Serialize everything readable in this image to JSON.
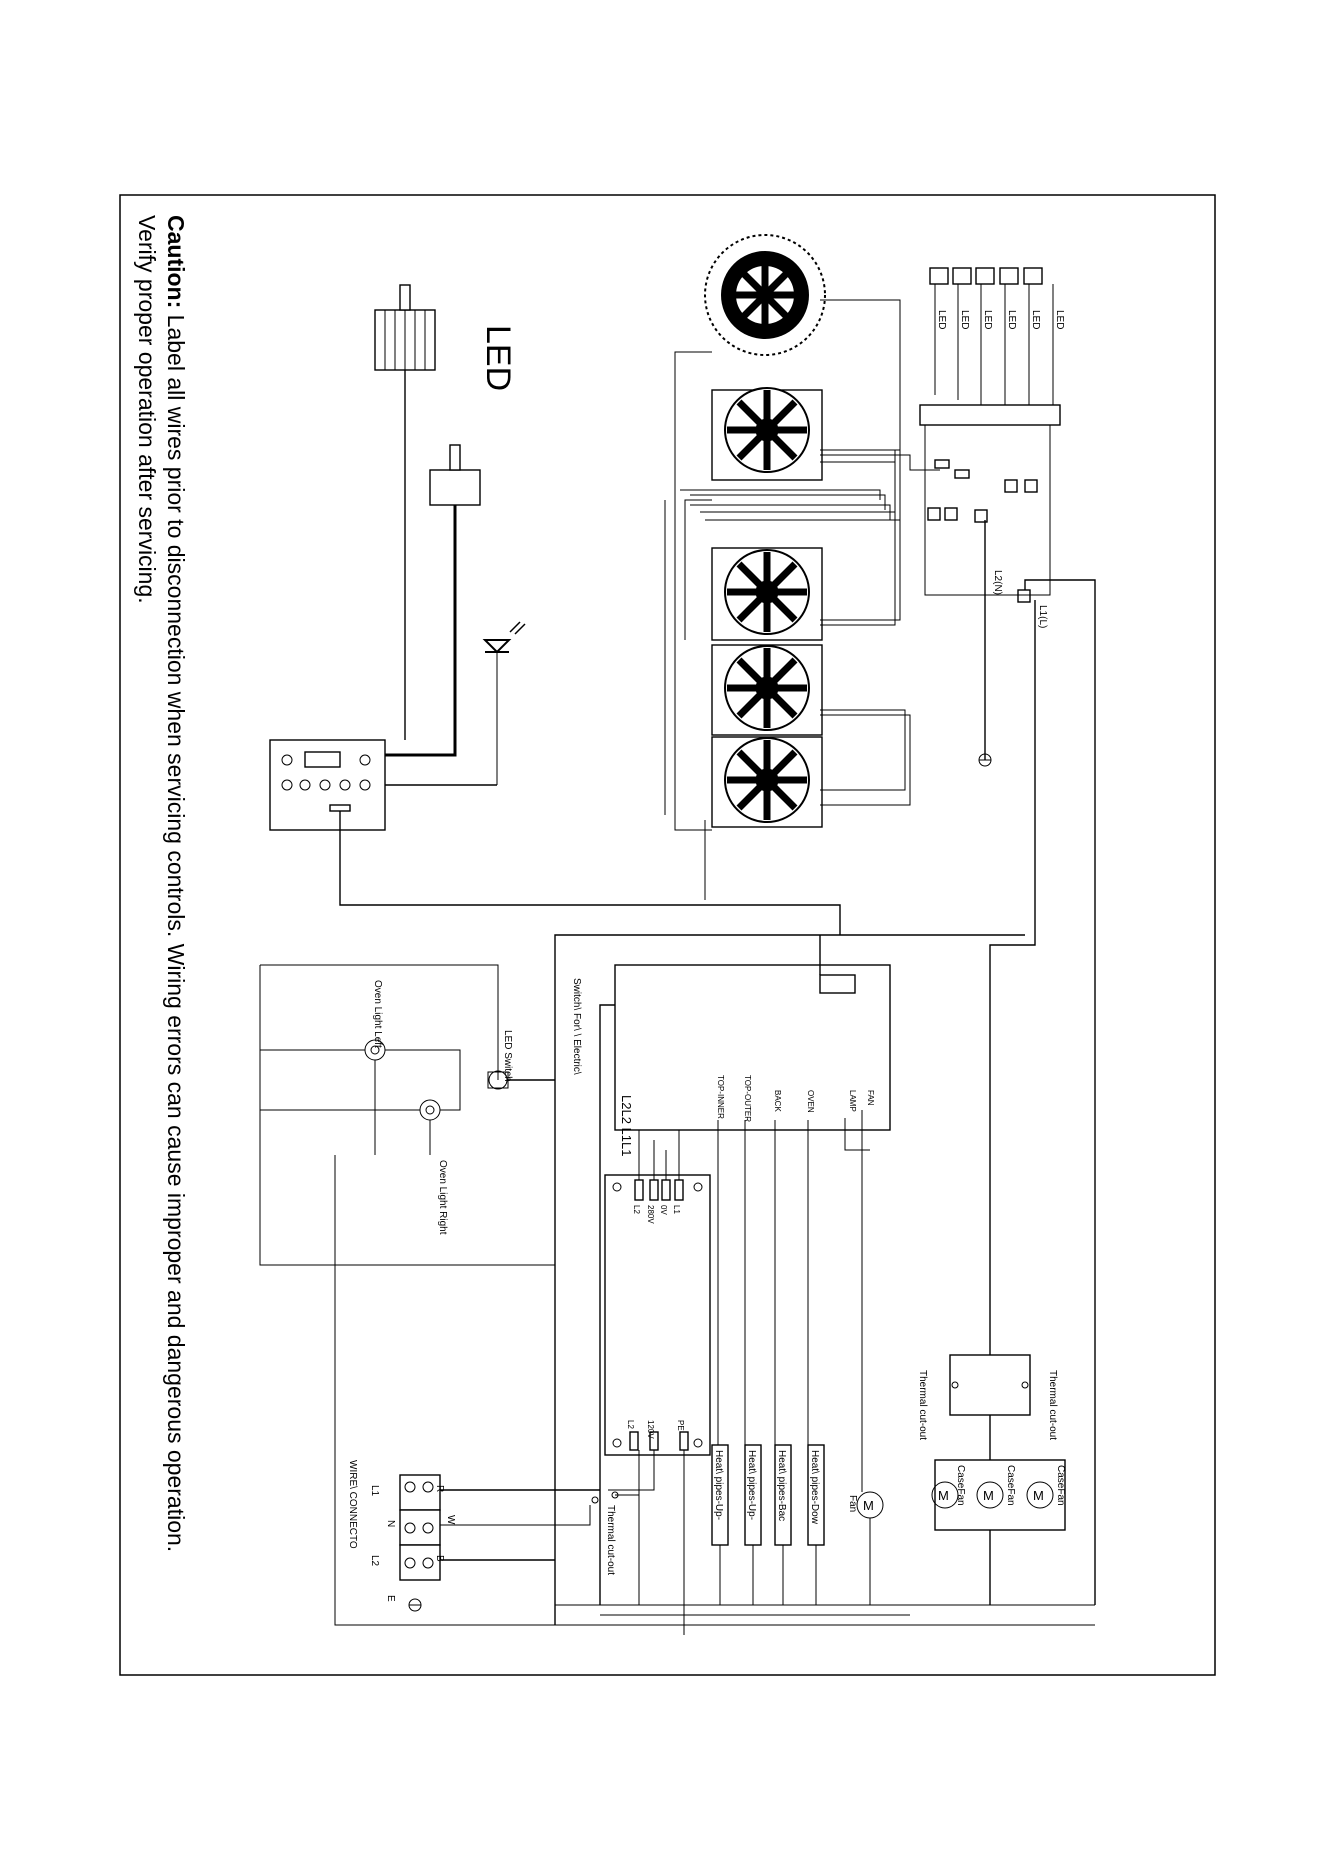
{
  "caution": {
    "label": "Caution:",
    "line1": " Label all wires prior to disconnection when servicing controls. Wiring errors can cause improper and dangerous operation.",
    "line2": "Verify proper operation after servicing."
  },
  "led_label": "LED",
  "led_bar_labels": [
    "LED",
    "LED",
    "LED",
    "LED",
    "LED",
    "LED"
  ],
  "power_labels": {
    "l1": "L1(L)",
    "l2": "L2(N)"
  },
  "main_board": {
    "title": "Switch\\ For\\ \\ Electric\\",
    "terminals": [
      "FAN",
      "LAMP",
      "OVEN",
      "BACK",
      "TOP-OUTER",
      "TOP-INNER"
    ],
    "supply": "L2L2  L1L1"
  },
  "lights": {
    "switch": "LED Switch",
    "left": "Oven Light Left",
    "right": "Oven Light Right"
  },
  "thermal": {
    "top": "Thermal cut-out",
    "bottom": "Thermal cut-out",
    "connector": "Thermal cut-out"
  },
  "fans": {
    "casefan1": "CaseFan",
    "casefan2": "CaseFan",
    "casefan3": "CaseFan",
    "fan": "Fan"
  },
  "heat_pipes": [
    "Heat\\ pipes-Dow",
    "Heat\\ pipes-Bac",
    "Heat\\ pipes-Up-",
    "Heat\\ pipes-Up-"
  ],
  "wire_connector": {
    "title": "WIRE\\ CONNECTO",
    "r": "R",
    "w": "W",
    "b": "B",
    "l1": "L1",
    "n": "N",
    "l2": "L2",
    "e": "E"
  },
  "board_pins": {
    "a": "L2",
    "b": "280V",
    "c": "0V",
    "d": "L1",
    "e": "L2",
    "f": "120V",
    "g": "PE"
  }
}
